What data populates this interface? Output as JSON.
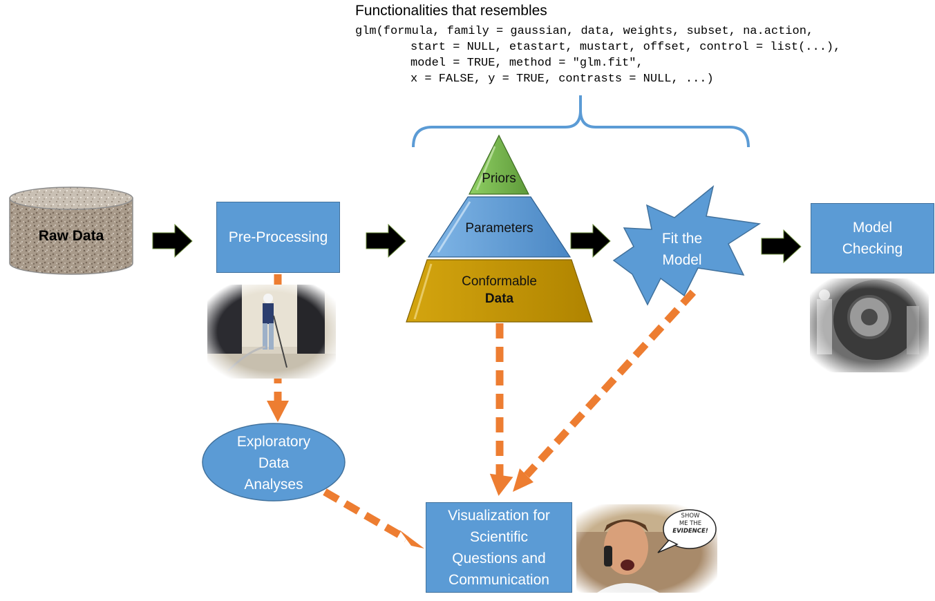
{
  "header": {
    "title": "Functionalities that resembles",
    "code_lines": [
      "glm(formula, family = gaussian, data, weights, subset, na.action,",
      "start = NULL, etastart, mustart, offset, control = list(...),",
      "model = TRUE, method = \"glm.fit\",",
      "x = FALSE, y = TRUE, contrasts = NULL, ...)"
    ]
  },
  "nodes": {
    "raw_data": "Raw Data",
    "pre_processing": "Pre-Processing",
    "pyramid": {
      "top": "Priors",
      "middle": "Parameters",
      "bottom_line1": "Conformable",
      "bottom_line2": "Data"
    },
    "fit_line1": "Fit the",
    "fit_line2": "Model",
    "model_checking_line1": "Model",
    "model_checking_line2": "Checking",
    "exploratory_line1": "Exploratory",
    "exploratory_line2": "Data",
    "exploratory_line3": "Analyses",
    "visualization_line1": "Visualization for",
    "visualization_line2": "Scientific",
    "visualization_line3": "Questions and",
    "visualization_line4": "Communication"
  },
  "speech_bubble": {
    "line1": "SHOW",
    "line2": "ME THE",
    "line3": "EVIDENCE!"
  },
  "colors": {
    "box_fill": "#5b9bd5",
    "box_border": "#41719c",
    "dashed_arrow": "#ed7d31",
    "solid_arrow": "#000000",
    "brace": "#5b9bd5",
    "pyramid_top": "#70ad47",
    "pyramid_middle": "#5b9bd5",
    "pyramid_bottom": "#bf9000"
  }
}
